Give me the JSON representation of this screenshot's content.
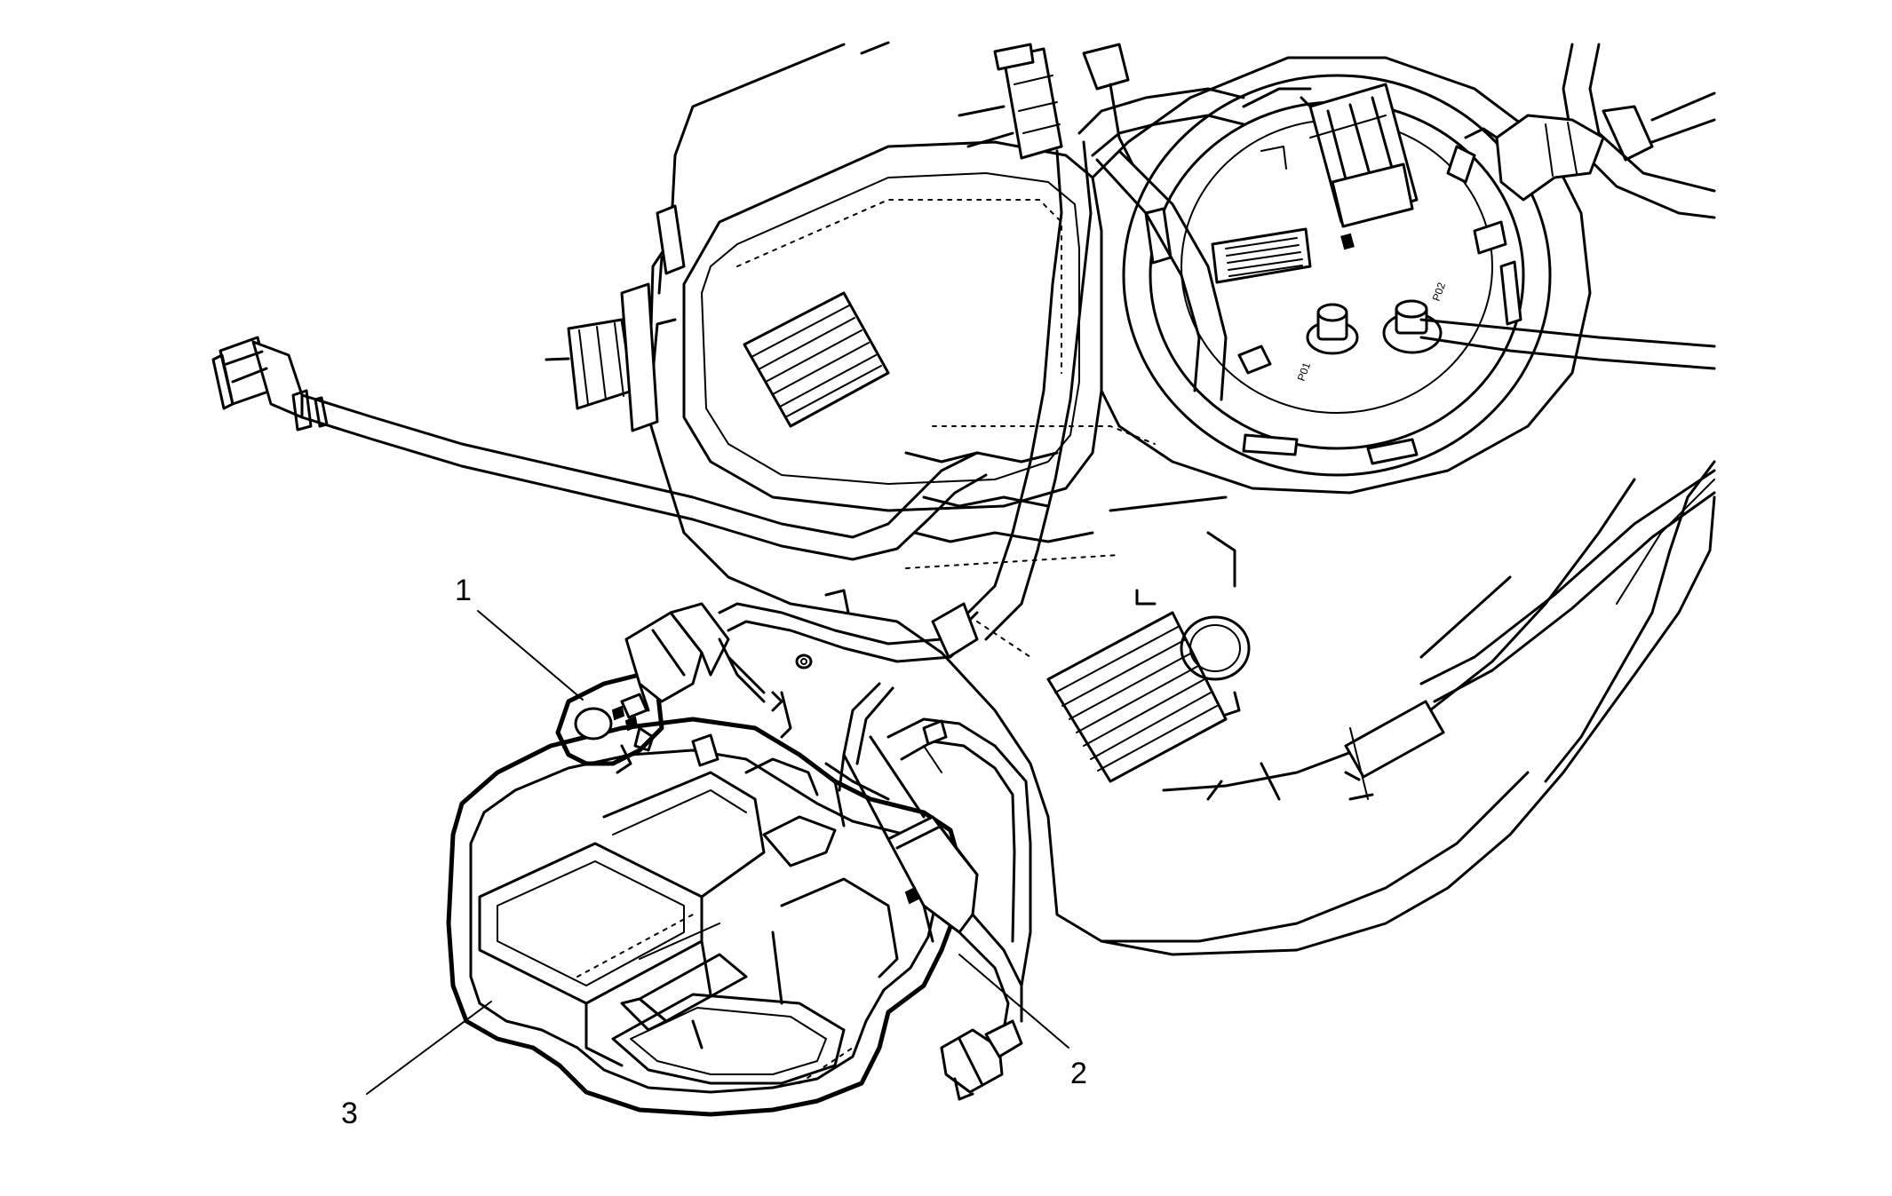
{
  "callouts": [
    {
      "id": "1",
      "text": "1"
    },
    {
      "id": "2",
      "text": "2"
    },
    {
      "id": "3",
      "text": "3"
    }
  ],
  "pump_markings": {
    "port_a": "P02",
    "port_b": "P01"
  },
  "colors": {
    "line": "#000000",
    "background": "#ffffff"
  }
}
